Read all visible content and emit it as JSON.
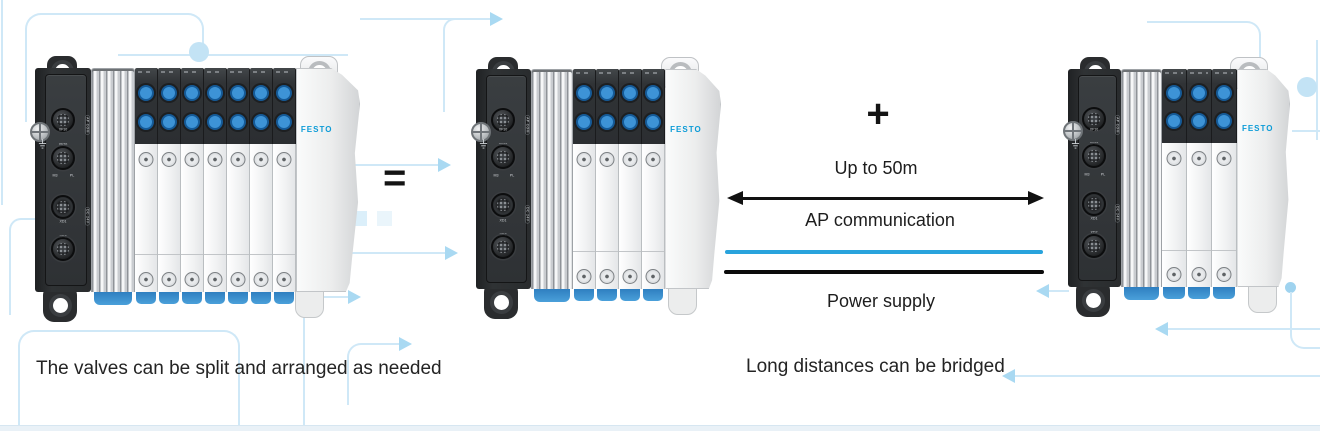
{
  "background": {
    "canvas_color": "#ffffff",
    "trace_color": "#cfe8f7",
    "trace_arrow_color": "#a9d9f2",
    "bottom_strip_color": "#e9f1f7"
  },
  "symbols": {
    "equals": "=",
    "plus": "+"
  },
  "bridge": {
    "distance_label": "Up to 50m",
    "ap_label": "AP communication",
    "power_label": "Power supply",
    "ap_line_color": "#29a3dc",
    "power_line_color": "#0b0b0b"
  },
  "captions": {
    "left": "The valves can be split and arranged as needed",
    "right": "Long distances can be bridged"
  },
  "terminal_labels": {
    "brand": "FESTO",
    "brand_color": "#0b9bd7",
    "xf10": "XF10",
    "xf20": "XF20",
    "ap_com": "AP COM",
    "m3": "M3",
    "pl": "PL",
    "xd1": "XD1",
    "xd2": "XD2",
    "dc24v": "DC 24V",
    "valve_button_color": "#3d93d6"
  },
  "units": [
    {
      "name": "valve-terminal-full",
      "valve_count": 7
    },
    {
      "name": "valve-terminal-part-a",
      "valve_count": 4
    },
    {
      "name": "valve-terminal-part-b",
      "valve_count": 3
    }
  ]
}
